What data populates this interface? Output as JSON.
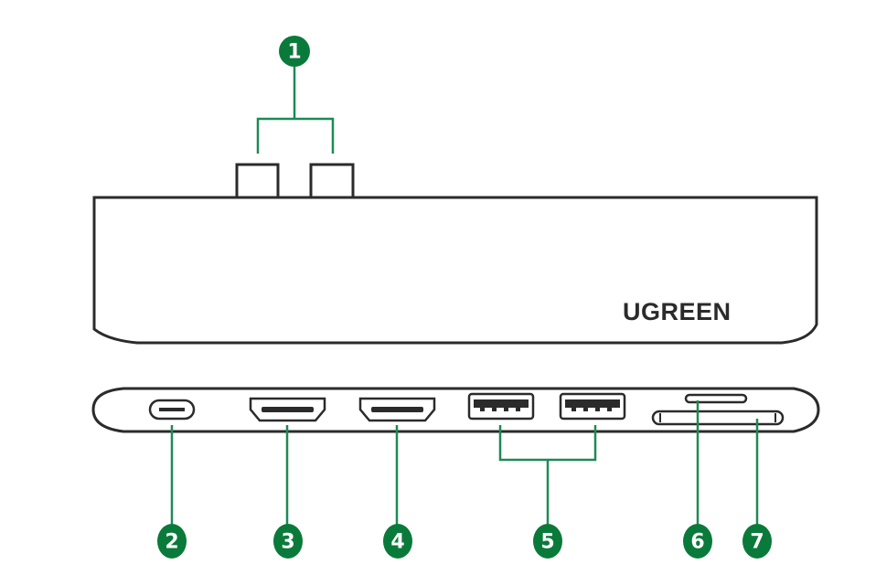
{
  "brand": {
    "logo_text": "UGREEN"
  },
  "accent_color": "#0a7a3a",
  "leader_color": "#1e8a55",
  "callouts": [
    {
      "number": "1",
      "target": "thunderbolt-connectors-x2"
    },
    {
      "number": "2",
      "target": "usb-c-port"
    },
    {
      "number": "3",
      "target": "hdmi-port-1"
    },
    {
      "number": "4",
      "target": "hdmi-port-2"
    },
    {
      "number": "5",
      "target": "usb-a-ports-x2"
    },
    {
      "number": "6",
      "target": "microsd-slot"
    },
    {
      "number": "7",
      "target": "sd-slot"
    }
  ]
}
